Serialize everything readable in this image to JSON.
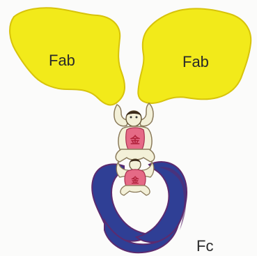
{
  "labels": {
    "fab_left": "Fab",
    "fab_right": "Fab",
    "fc": "Fc"
  },
  "figure_glyphs": {
    "upper": "金",
    "lower": "金"
  },
  "colors": {
    "background": "#fbfbfa",
    "fab_fill": "#f2ea1a",
    "fab_outline": "#d7c30a",
    "fc_fill": "#2f3f95",
    "fc_shade": "#5c2a6e",
    "figure_body": "#f3f0d8",
    "figure_belly": "#e56a86"
  },
  "icons": {
    "fab_arm_left": "fab-domain-blob",
    "fab_arm_right": "fab-domain-blob",
    "fc_region": "fc-domain-ring",
    "hinge_figures": "strongman-figures"
  }
}
